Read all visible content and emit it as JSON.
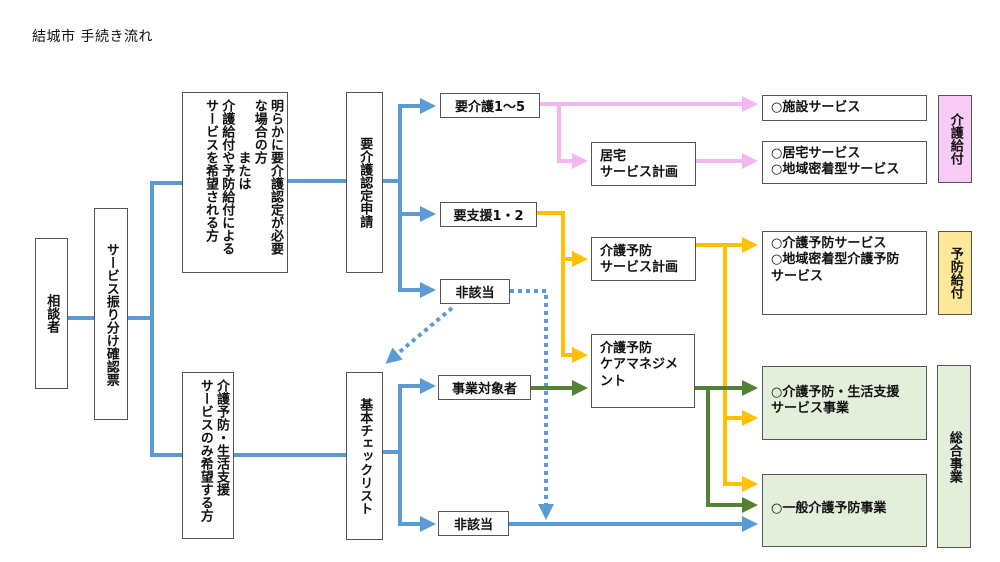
{
  "title": "結城市 手続き流れ",
  "colors": {
    "blue": "#5b9bd5",
    "pink": "#f4b8f0",
    "yellow": "#ffc000",
    "green": "#548235",
    "care_label_bg": "#f7cbf5",
    "prevention_label_bg": "#ffe89a",
    "general_label_bg": "#e3efdb"
  },
  "nodes": {
    "consultant": "相談者",
    "sorting_sheet": "サービス振り分け確認票",
    "care_needed_person": "明らかに要介護認定が必要な場合の方\n　　　　または\n介護給付や予防給付によるサービスを希望される方",
    "prevention_only_person": "介護予防・生活支援\nサービスのみ希望する方",
    "care_certification_application": "要介護認定申請",
    "basic_checklist": "基本チェックリスト",
    "care_level_1_5": "要介護1～5",
    "support_level_1_2": "要支援1・2",
    "not_applicable_1": "非該当",
    "program_target": "事業対象者",
    "not_applicable_2": "非該当",
    "home_service_plan": "居宅\nサービス計画",
    "prevention_service_plan": "介護予防\nサービス計画",
    "prevention_care_management": "介護予防\nケアマネジメ\nント",
    "facility_service": "○施設サービス",
    "home_community_service": "○居宅サービス\n○地域密着型サービス",
    "prevention_services": "○介護予防サービス\n○地域密着型介護予防\nサービス",
    "prevention_life_support": "○介護予防・生活支援\nサービス事業",
    "general_prevention": "○一般介護予防事業"
  },
  "categories": {
    "care_benefit": "介護給付",
    "prevention_benefit": "予防給付",
    "general_program": "総合事業"
  }
}
